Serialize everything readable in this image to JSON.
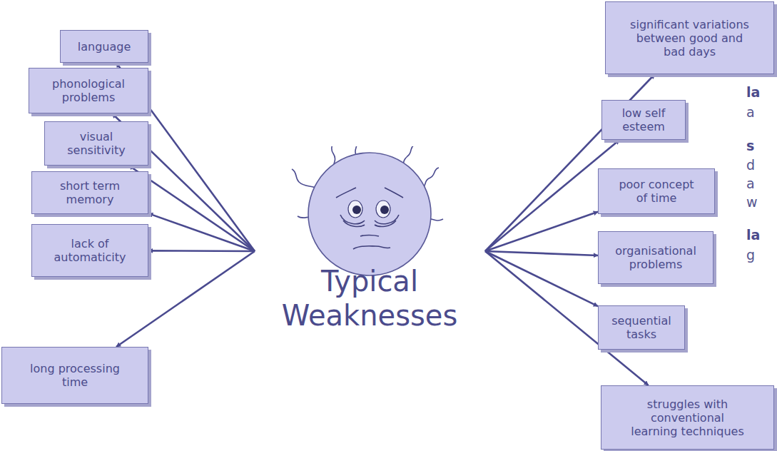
{
  "diagram": {
    "nodes": [
      {
        "text": [
          "Typical Weaknesses"
        ]
      },
      {
        "text": [
          "language"
        ]
      },
      {
        "text": [
          "phonological problems"
        ]
      },
      {
        "text": [
          "visual sensitivity"
        ]
      },
      {
        "text": [
          "short term memory"
        ]
      },
      {
        "text": [
          "lack of automaticity"
        ]
      },
      {
        "text": [
          "long processing time"
        ]
      },
      {
        "text": [
          "significant variations between good and bad days"
        ]
      },
      {
        "text": [
          "low self esteem"
        ]
      },
      {
        "text": [
          "poor concept of time"
        ]
      },
      {
        "text": [
          "organisational problems"
        ]
      },
      {
        "text": [
          "sequential tasks"
        ]
      },
      {
        "text": [
          "struggles with conventional learning techniques"
        ]
      }
    ],
    "edges": [
      {
        "from": 0,
        "to": 1,
        "arrow": "to"
      },
      {
        "from": 0,
        "to": 2,
        "arrow": "to"
      },
      {
        "from": 0,
        "to": 3,
        "arrow": "to"
      },
      {
        "from": 0,
        "to": 4,
        "arrow": "to"
      },
      {
        "from": 0,
        "to": 5,
        "arrow": "to"
      },
      {
        "from": 0,
        "to": 6,
        "arrow": "to"
      },
      {
        "from": 0,
        "to": 7,
        "arrow": "to"
      },
      {
        "from": 0,
        "to": 8,
        "arrow": "to"
      },
      {
        "from": 0,
        "to": 9,
        "arrow": "to"
      },
      {
        "from": 0,
        "to": 10,
        "arrow": "to"
      },
      {
        "from": 0,
        "to": 11,
        "arrow": "to"
      },
      {
        "from": 0,
        "to": 12,
        "arrow": "to"
      }
    ],
    "labels": [
      "la",
      "a",
      "s",
      "d",
      "a",
      "w",
      "la",
      "g"
    ]
  }
}
